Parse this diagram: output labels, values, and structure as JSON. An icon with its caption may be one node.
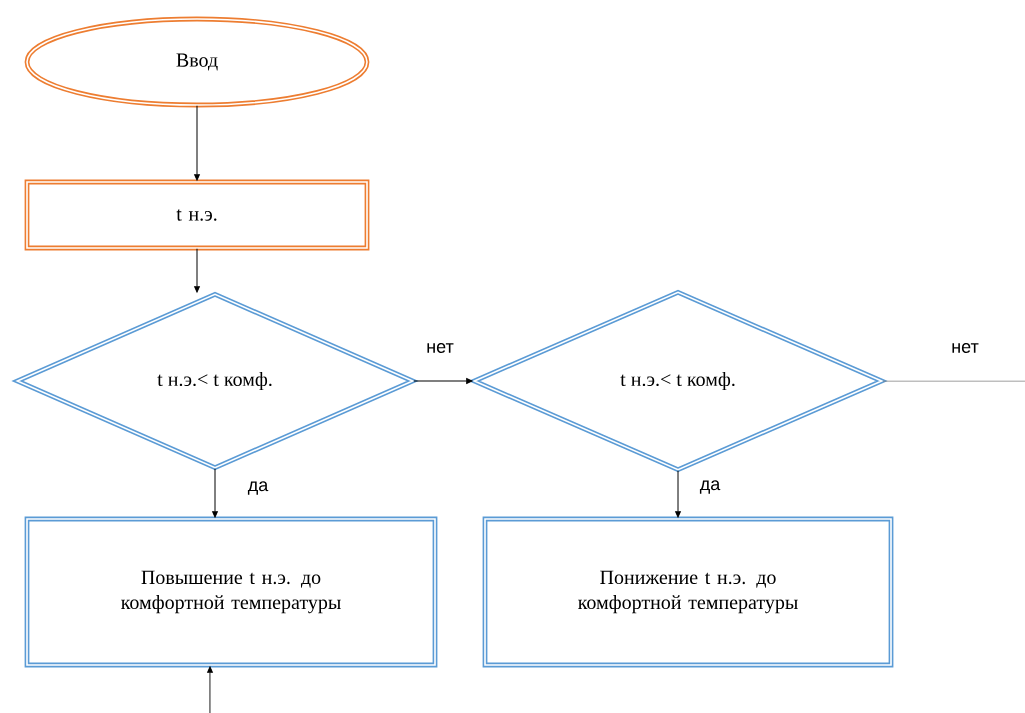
{
  "diagram": {
    "nodes": [
      {
        "text": [
          "Ввод"
        ]
      },
      {
        "text": [
          "t н.э."
        ]
      },
      {
        "text": [
          "t н.э.< t комф."
        ]
      },
      {
        "text": [
          "t н.э.< t комф."
        ]
      },
      {
        "text": [
          "Повышение t н.э. до комфортной температуры"
        ]
      },
      {
        "text": [
          "Понижение t н.э. до комфортной температуры"
        ]
      }
    ],
    "edges": [
      {
        "from": 0,
        "to": 1,
        "arrow": "to"
      },
      {
        "from": 1,
        "to": 2,
        "arrow": "to"
      },
      {
        "from": 2,
        "to": 3,
        "arrow": "to",
        "label": "нет"
      },
      {
        "from": 2,
        "to": 4,
        "arrow": "to",
        "label": "да"
      },
      {
        "from": 3,
        "to": 5,
        "arrow": "to",
        "label": "да"
      },
      {
        "from": 3,
        "to": null,
        "arrow": "none",
        "label": "нет",
        "color": "#7f7f7f"
      },
      {
        "from": null,
        "to": 4,
        "arrow": "to"
      }
    ]
  }
}
